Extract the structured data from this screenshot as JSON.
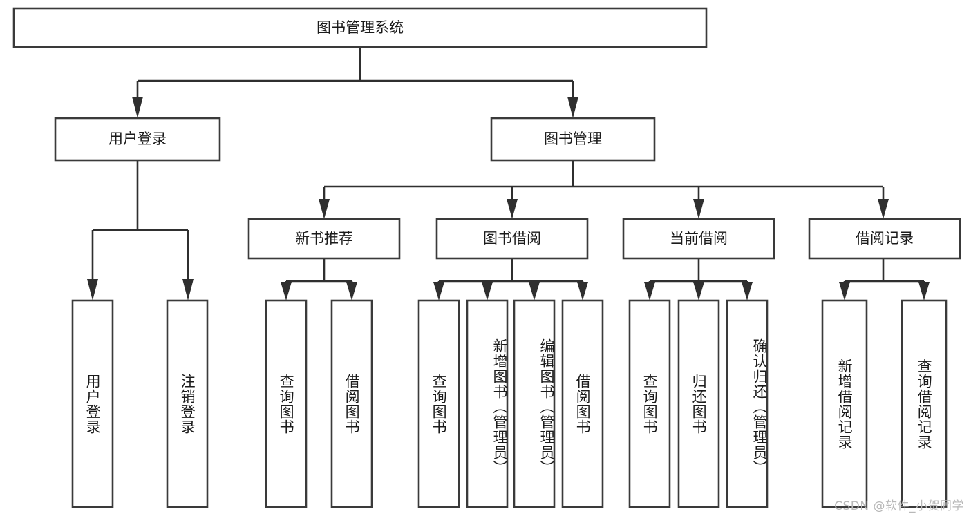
{
  "diagram": {
    "title": "图书管理系统",
    "type": "tree-structure-chart",
    "watermark": "CSDN @软件_小贺同学",
    "colors": {
      "box_stroke": "#3a3a3a",
      "connector": "#2f2f2f",
      "background": "#ffffff",
      "text": "#1b1b1b",
      "watermark": "#b8b8b8"
    },
    "levels": {
      "root": {
        "label": "图书管理系统",
        "orientation": "horizontal"
      },
      "level2": [
        {
          "id": "user-login",
          "label": "用户登录",
          "orientation": "horizontal"
        },
        {
          "id": "book-manage",
          "label": "图书管理",
          "orientation": "horizontal"
        }
      ],
      "level3": [
        {
          "id": "new-book-recommend",
          "label": "新书推荐",
          "orientation": "horizontal",
          "parent": "book-manage"
        },
        {
          "id": "book-borrow",
          "label": "图书借阅",
          "orientation": "horizontal",
          "parent": "book-manage"
        },
        {
          "id": "current-borrow",
          "label": "当前借阅",
          "orientation": "horizontal",
          "parent": "book-manage"
        },
        {
          "id": "borrow-record",
          "label": "借阅记录",
          "orientation": "horizontal",
          "parent": "book-manage"
        }
      ],
      "leaves": [
        {
          "id": "leaf-user-login",
          "label": "用户登录",
          "orientation": "vertical",
          "parent": "user-login"
        },
        {
          "id": "leaf-user-logout",
          "label": "注销登录",
          "orientation": "vertical",
          "parent": "user-login"
        },
        {
          "id": "leaf-query-book-1",
          "label": "查询图书",
          "orientation": "vertical",
          "parent": "new-book-recommend"
        },
        {
          "id": "leaf-borrow-book-1",
          "label": "借阅图书",
          "orientation": "vertical",
          "parent": "new-book-recommend"
        },
        {
          "id": "leaf-query-book-2",
          "label": "查询图书",
          "orientation": "vertical",
          "parent": "book-borrow"
        },
        {
          "id": "leaf-add-book",
          "label": "新增图书（管理员）",
          "orientation": "vertical",
          "parent": "book-borrow"
        },
        {
          "id": "leaf-edit-book",
          "label": "编辑图书（管理员）",
          "orientation": "vertical",
          "parent": "book-borrow"
        },
        {
          "id": "leaf-borrow-book-2",
          "label": "借阅图书",
          "orientation": "vertical",
          "parent": "book-borrow"
        },
        {
          "id": "leaf-query-book-3",
          "label": "查询图书",
          "orientation": "vertical",
          "parent": "current-borrow"
        },
        {
          "id": "leaf-return-book",
          "label": "归还图书",
          "orientation": "vertical",
          "parent": "current-borrow"
        },
        {
          "id": "leaf-confirm-return",
          "label": "确认归还（管理员）",
          "orientation": "vertical",
          "parent": "current-borrow"
        },
        {
          "id": "leaf-add-record",
          "label": "新增借阅记录",
          "orientation": "vertical",
          "parent": "borrow-record"
        },
        {
          "id": "leaf-query-record",
          "label": "查询借阅记录",
          "orientation": "vertical",
          "parent": "borrow-record"
        }
      ]
    }
  }
}
